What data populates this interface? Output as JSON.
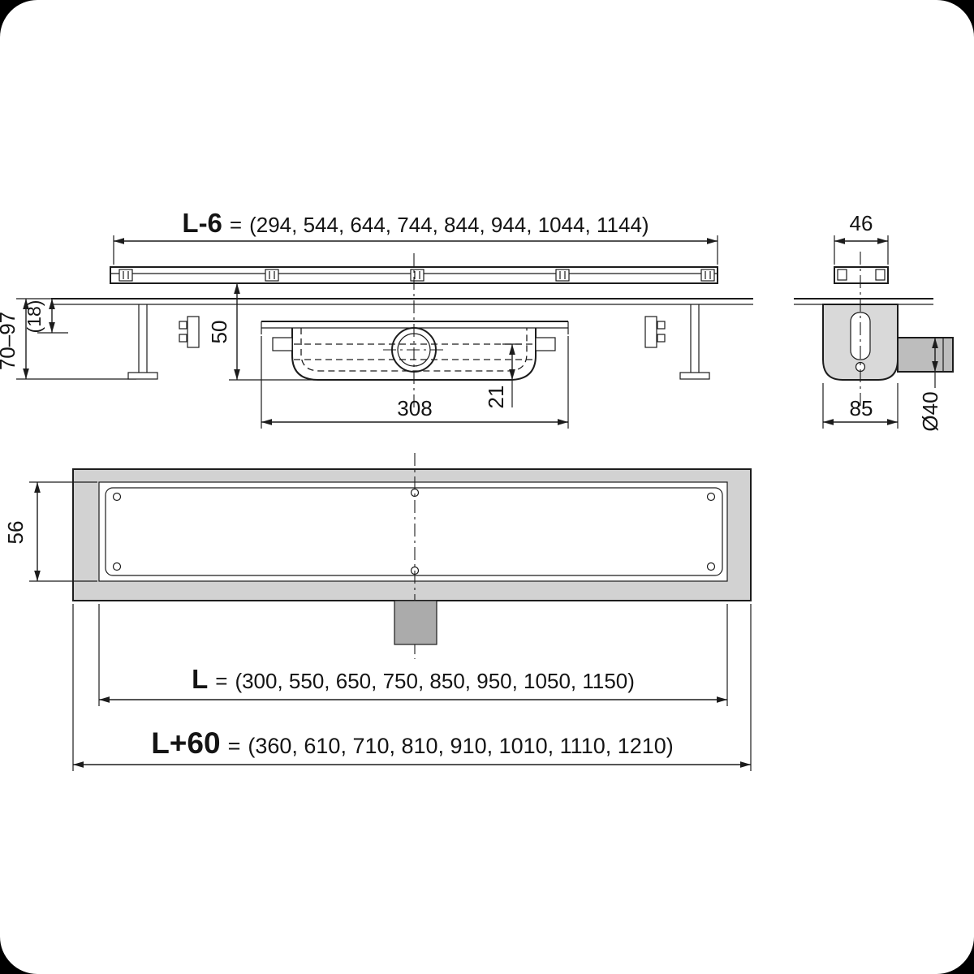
{
  "drawing": {
    "type": "technical-dimension-drawing",
    "subject": "linear shower drain channel with siphon",
    "eq": "=",
    "front_view": {
      "length_label": "L-6",
      "length_values": "(294, 544, 644, 744, 844, 944, 1044, 1144)",
      "height_range": "70–97",
      "flange_offset": "(18)",
      "depth": "50",
      "trap_length": "308",
      "outlet_offset": "21"
    },
    "side_view": {
      "top_width": "46",
      "base_width": "85",
      "pipe_diameter": "Ø40"
    },
    "plan_view": {
      "channel_width": "56",
      "length_label": "L",
      "length_values": "(300, 550, 650, 750, 850, 950, 1050, 1150)",
      "total_label": "L+60",
      "total_values": "(360, 610, 710, 810, 910, 1010, 1110, 1210)"
    }
  },
  "colors": {
    "line": "#1c1c1c",
    "canvas": "#ffffff",
    "outside": "#000000",
    "fill_body": "#d9d9d9",
    "fill_frame": "#d2d2d2",
    "fill_pipe": "#bdbdbd",
    "fill_outlet": "#ababab"
  }
}
